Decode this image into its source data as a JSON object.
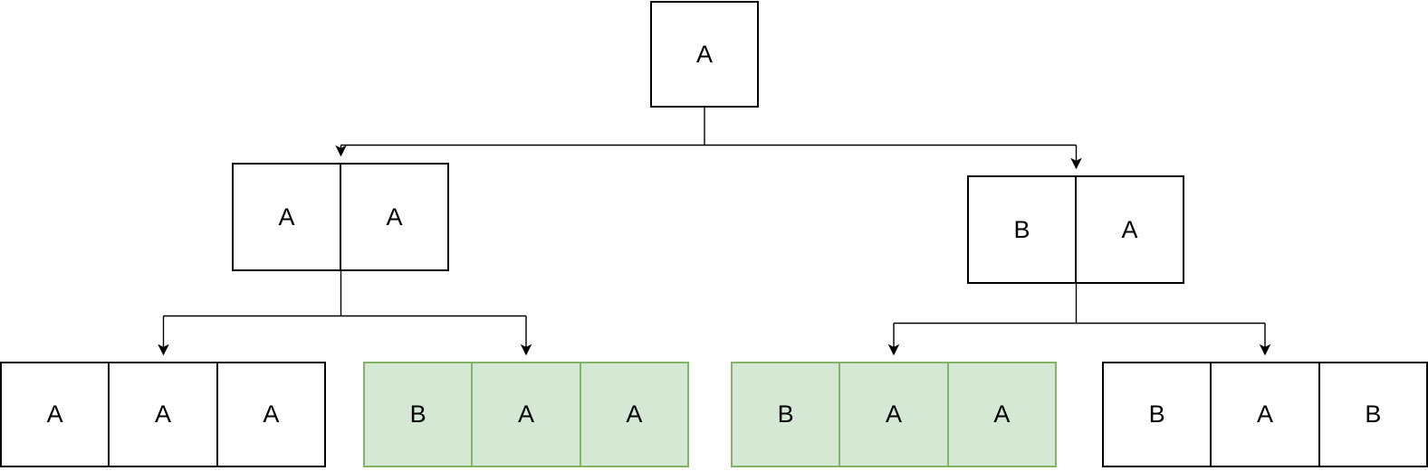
{
  "colors": {
    "node_fill": "#ffffff",
    "node_border": "#000000",
    "green_fill": "#d5e8d4",
    "green_border": "#82b366",
    "connector": "#000000"
  },
  "diagram": {
    "root": {
      "cells": [
        "A"
      ],
      "highlighted": false
    },
    "level2": [
      {
        "cells": [
          "A",
          "A"
        ],
        "highlighted": false
      },
      {
        "cells": [
          "B",
          "A"
        ],
        "highlighted": false
      }
    ],
    "level3": [
      {
        "cells": [
          "A",
          "A",
          "A"
        ],
        "highlighted": false
      },
      {
        "cells": [
          "B",
          "A",
          "A"
        ],
        "highlighted": true
      },
      {
        "cells": [
          "B",
          "A",
          "A"
        ],
        "highlighted": true
      },
      {
        "cells": [
          "B",
          "A",
          "B"
        ],
        "highlighted": false
      }
    ]
  }
}
